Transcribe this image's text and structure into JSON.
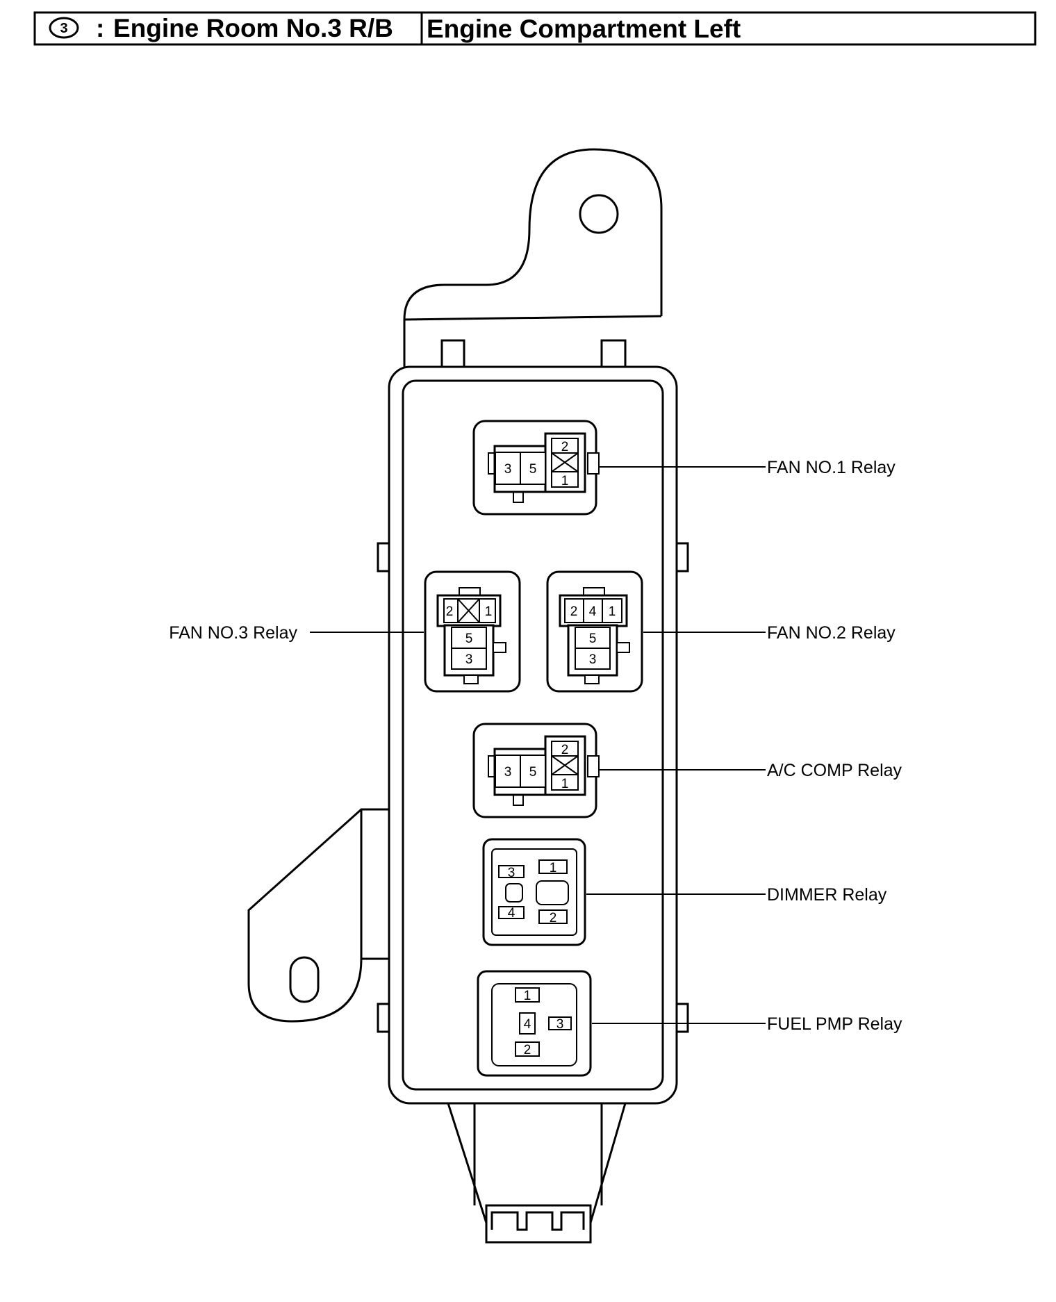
{
  "header": {
    "circle_number": "3",
    "separator": ":",
    "title": "Engine Room No.3 R/B",
    "location": "Engine Compartment Left"
  },
  "relays": {
    "fan1": {
      "label": "FAN NO.1 Relay",
      "pins": [
        "3",
        "5",
        "2",
        "1"
      ]
    },
    "fan3": {
      "label": "FAN NO.3 Relay",
      "pins": [
        "2",
        "1",
        "5",
        "3"
      ]
    },
    "fan2": {
      "label": "FAN NO.2 Relay",
      "pins": [
        "2",
        "4",
        "1",
        "5",
        "3"
      ]
    },
    "ac": {
      "label": "A/C COMP Relay",
      "pins": [
        "3",
        "5",
        "2",
        "1"
      ]
    },
    "dimmer": {
      "label": "DIMMER Relay",
      "pins": [
        "3",
        "1",
        "4",
        "2"
      ]
    },
    "fuel": {
      "label": "FUEL PMP Relay",
      "pins": [
        "1",
        "4",
        "3",
        "2"
      ]
    }
  },
  "colors": {
    "line": "#000000",
    "background": "#ffffff"
  }
}
